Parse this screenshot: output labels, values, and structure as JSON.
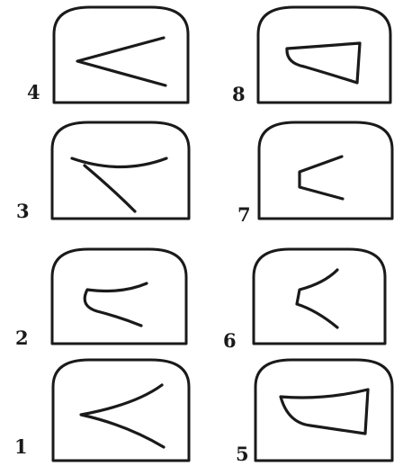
{
  "panels": [
    {
      "label": "4"
    },
    {
      "label": "8"
    },
    {
      "label": "3"
    },
    {
      "label": "7"
    },
    {
      "label": "2"
    },
    {
      "label": "6"
    },
    {
      "label": "1"
    },
    {
      "label": "5"
    }
  ]
}
